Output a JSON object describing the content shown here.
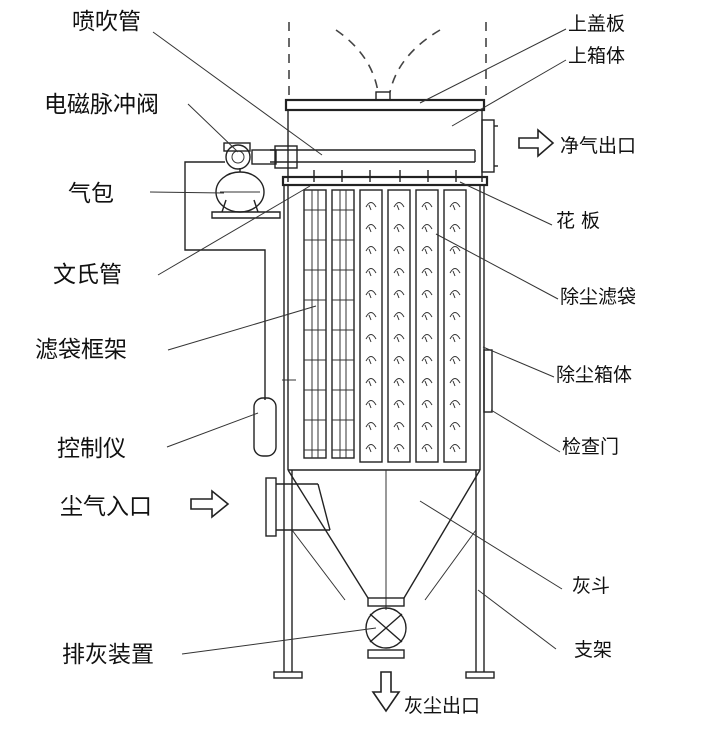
{
  "labels": {
    "nozzle_pipe": "喷吹管",
    "solenoid_valve": "电磁脉冲阀",
    "air_bag": "气包",
    "venturi": "文氏管",
    "bag_cage": "滤袋框架",
    "controller": "控制仪",
    "dust_inlet": "尘气入口",
    "ash_discharge": "排灰装置",
    "top_cover": "上盖板",
    "upper_box": "上箱体",
    "clean_outlet": "净气出口",
    "tube_sheet": "花 板",
    "filter_bag": "除尘滤袋",
    "dust_box": "除尘箱体",
    "inspection_door": "检查门",
    "ash_hopper": "灰斗",
    "support": "支架",
    "dust_outlet": "灰尘出口"
  }
}
